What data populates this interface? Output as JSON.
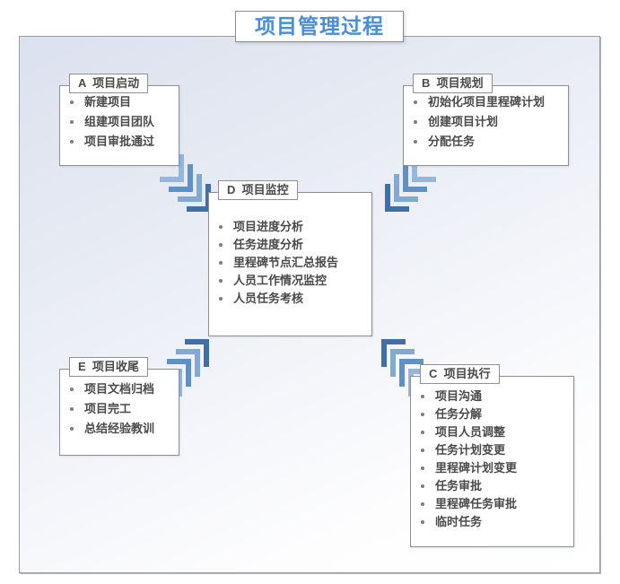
{
  "title": "项目管理过程",
  "boxes": {
    "a": {
      "label": "A  项目启动",
      "items": [
        "新建项目",
        "组建项目团队",
        "项目审批通过"
      ]
    },
    "b": {
      "label": "B  项目规划",
      "items": [
        "初始化项目里程碑计划",
        "创建项目计划",
        "分配任务"
      ]
    },
    "d": {
      "label": "D  项目监控",
      "items": [
        "项目进度分析",
        "任务进度分析",
        "里程碑节点汇总报告",
        "人员工作情况监控",
        "人员任务考核"
      ]
    },
    "e": {
      "label": "E  项目收尾",
      "items": [
        "项目文档归档",
        "项目完工",
        "总结经验教训"
      ]
    },
    "c": {
      "label": "C  项目执行",
      "items": [
        "项目沟通",
        "任务分解",
        "项目人员调整",
        "任务计划变更",
        "里程碑计划变更",
        "任务审批",
        "里程碑任务审批",
        "临时任务"
      ]
    }
  },
  "arrows": [
    {
      "from": "A",
      "to": "D",
      "direction": "down-right"
    },
    {
      "from": "B",
      "to": "D",
      "direction": "down-left"
    },
    {
      "from": "E",
      "to": "D",
      "direction": "up-right"
    },
    {
      "from": "C",
      "to": "D",
      "direction": "up-left"
    }
  ],
  "colors": {
    "title_text": "#4a8fd6",
    "box_border": "#8f8f8f",
    "item_text": "#4a4a4a",
    "bullet": "#7d7d7d",
    "canvas_top": "#dbe1ee",
    "canvas_bottom": "#ffffff",
    "chevrons": [
      "#96b7dc",
      "#6090c4",
      "#83a9d3",
      "#3e6fa6"
    ]
  }
}
